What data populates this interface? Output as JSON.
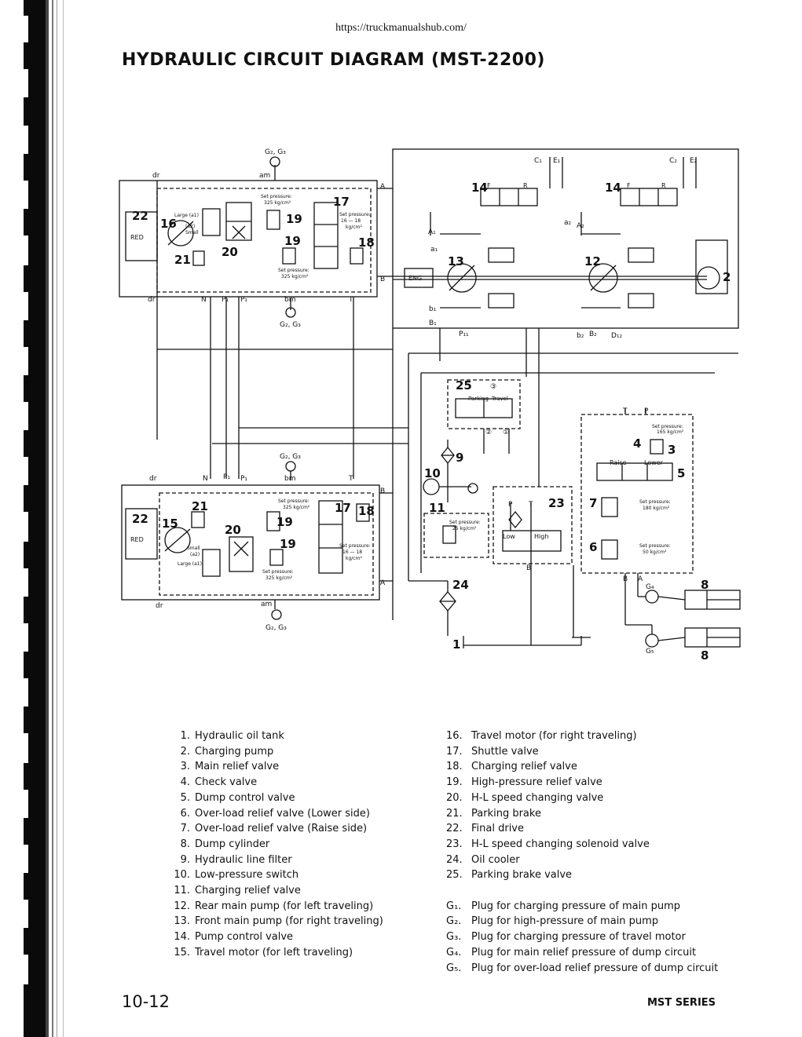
{
  "page": {
    "url": "https://truckmanualshub.com/",
    "title": "HYDRAULIC CIRCUIT DIAGRAM (MST-2200)",
    "page_number": "10-12",
    "series": "MST SERIES"
  },
  "diagram": {
    "g2g3": "G₂, G₃",
    "am": "am",
    "bm": "bm",
    "dr": "dr",
    "N": "N",
    "P1": "P₁",
    "T": "T",
    "P": "P",
    "A": "A",
    "B": "B",
    "A1": "A₁",
    "a1": "a₁",
    "b1": "b₁",
    "B1": "B₁",
    "a2": "a₂",
    "A2": "A₂",
    "b2": "b₂",
    "B2": "B₂",
    "C1": "C₁",
    "E1": "E₁",
    "C2": "C₂",
    "E2": "E₂",
    "P11": "P₁₁",
    "D12": "D₁₂",
    "G4": "G₄",
    "G5": "G₅",
    "F": "F",
    "R": "R",
    "RED": "RED",
    "ENG": "ENG",
    "large_a1": "Large (a1)",
    "small_a2": "(a2)",
    "small": "Small",
    "set_325a": "Set pressure:",
    "set_325b": "325 kg/cm²",
    "set_16a": "Set pressure:",
    "set_16b": "16 — 18",
    "set_16c": "kg/cm²",
    "set_165a": "Set pressure:",
    "set_165b": "165 kg/cm²",
    "set_180a": "Set pressure:",
    "set_180b": "180 kg/cm²",
    "set_50a": "Set pressure:",
    "set_50b": "50 kg/cm²",
    "set_25a": "Set pressure:",
    "set_25b": "25 kg/cm²",
    "parking": "Parking",
    "travel": "Travel",
    "raise": "Raise",
    "lower": "Lower",
    "low": "Low",
    "high": "High",
    "circ1": "①",
    "circ2": "②",
    "circ3": "③",
    "n1": "1",
    "n2": "2",
    "n3": "3",
    "n4": "4",
    "n5": "5",
    "n6": "6",
    "n7": "7",
    "n8": "8",
    "n9": "9",
    "n10": "10",
    "n11": "11",
    "n12": "12",
    "n13": "13",
    "n14": "14",
    "n15": "15",
    "n16": "16",
    "n17": "17",
    "n18": "18",
    "n19": "19",
    "n20": "20",
    "n21": "21",
    "n22": "22",
    "n23": "23",
    "n24": "24",
    "n25": "25"
  },
  "legend": {
    "left": [
      {
        "num": "1.",
        "text": "Hydraulic oil tank"
      },
      {
        "num": "2.",
        "text": "Charging pump"
      },
      {
        "num": "3.",
        "text": "Main relief valve"
      },
      {
        "num": "4.",
        "text": "Check valve"
      },
      {
        "num": "5.",
        "text": "Dump control valve"
      },
      {
        "num": "6.",
        "text": "Over-load relief valve (Lower side)"
      },
      {
        "num": "7.",
        "text": "Over-load relief valve (Raise side)"
      },
      {
        "num": "8.",
        "text": "Dump cylinder"
      },
      {
        "num": "9.",
        "text": "Hydraulic line filter"
      },
      {
        "num": "10.",
        "text": "Low-pressure switch"
      },
      {
        "num": "11.",
        "text": "Charging relief valve"
      },
      {
        "num": "12.",
        "text": "Rear main pump (for left traveling)"
      },
      {
        "num": "13.",
        "text": "Front main pump (for right traveling)"
      },
      {
        "num": "14.",
        "text": "Pump control valve"
      },
      {
        "num": "15.",
        "text": "Travel motor (for left traveling)"
      }
    ],
    "right": [
      {
        "num": "16.",
        "text": "Travel motor (for right traveling)"
      },
      {
        "num": "17.",
        "text": "Shuttle valve"
      },
      {
        "num": "18.",
        "text": "Charging relief valve"
      },
      {
        "num": "19.",
        "text": "High-pressure relief valve"
      },
      {
        "num": "20.",
        "text": "H-L speed changing valve"
      },
      {
        "num": "21.",
        "text": "Parking brake"
      },
      {
        "num": "22.",
        "text": "Final drive"
      },
      {
        "num": "23.",
        "text": "H-L speed changing solenoid valve"
      },
      {
        "num": "24.",
        "text": "Oil cooler"
      },
      {
        "num": "25.",
        "text": "Parking brake valve"
      }
    ],
    "plugs": [
      {
        "num": "G₁.",
        "text": "Plug for charging pressure of main pump"
      },
      {
        "num": "G₂.",
        "text": "Plug for high-pressure of main pump"
      },
      {
        "num": "G₃.",
        "text": "Plug for charging pressure of travel motor"
      },
      {
        "num": "G₄.",
        "text": "Plug for main relief pressure of dump circuit"
      },
      {
        "num": "G₅.",
        "text": "Plug for over-load relief pressure of dump circuit"
      }
    ]
  }
}
